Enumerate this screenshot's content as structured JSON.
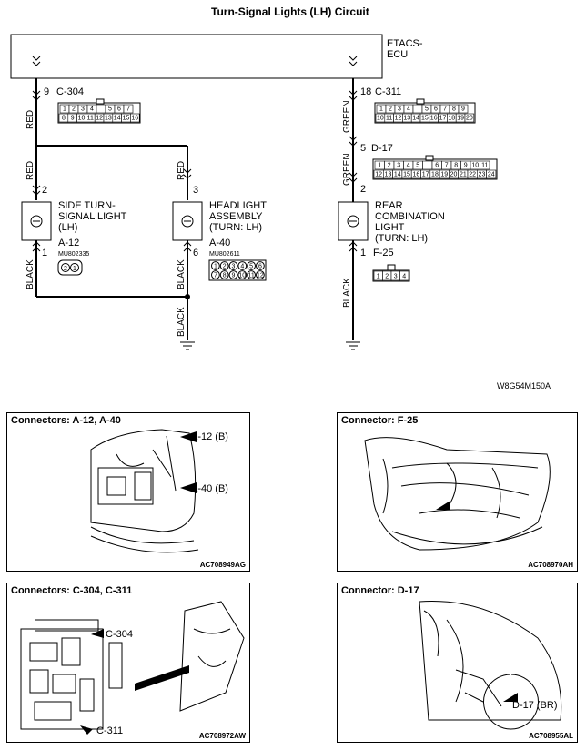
{
  "title": "Turn-Signal Lights (LH) Circuit",
  "ecu": {
    "line1": "ETACS-",
    "line2": "ECU"
  },
  "left_branch": {
    "pin": "9",
    "connector": "C-304",
    "pins_row1": [
      "1",
      "2",
      "3",
      "4",
      "",
      "5",
      "6",
      "7"
    ],
    "pins_row2": [
      "8",
      "9",
      "10",
      "11",
      "12",
      "13",
      "14",
      "15",
      "16"
    ],
    "wire_top": "RED",
    "wire_mid": "RED",
    "wire_mid2": "RED",
    "wire_bottom1": "BLACK",
    "wire_bottom2": "BLACK",
    "wire_ground": "BLACK"
  },
  "side_light": {
    "pin_top": "2",
    "pin_bottom": "1",
    "name1": "SIDE TURN-",
    "name2": "SIGNAL LIGHT",
    "name3": "(LH)",
    "connector": "A-12",
    "part": "MU802335",
    "pins": [
      "2",
      "1"
    ]
  },
  "headlight": {
    "pin_top": "3",
    "pin_bottom": "6",
    "name1": "HEADLIGHT",
    "name2": "ASSEMBLY",
    "name3": "(TURN: LH)",
    "connector": "A-40",
    "part": "MU802611",
    "pins_row1": [
      "1",
      "2",
      "3",
      "4",
      "5",
      "6"
    ],
    "pins_row2": [
      "7",
      "8",
      "9",
      "10",
      "11",
      "12"
    ]
  },
  "right_branch": {
    "pin": "18",
    "connector": "C-311",
    "pins_row1": [
      "1",
      "2",
      "3",
      "4",
      "",
      "5",
      "6",
      "7",
      "8",
      "9"
    ],
    "pins_row2": [
      "10",
      "11",
      "12",
      "13",
      "14",
      "15",
      "16",
      "17",
      "18",
      "19",
      "20"
    ],
    "wire_top": "GREEN",
    "wire_mid": "GREEN",
    "wire_bottom": "BLACK",
    "mid_pin": "5",
    "mid_connector": "D-17",
    "mid_pins_row1": [
      "1",
      "2",
      "3",
      "4",
      "5",
      "",
      "6",
      "7",
      "8",
      "9",
      "10",
      "11"
    ],
    "mid_pins_row2": [
      "12",
      "13",
      "14",
      "15",
      "16",
      "17",
      "18",
      "19",
      "20",
      "21",
      "22",
      "23",
      "24"
    ],
    "mid_pin_out": "2"
  },
  "rear_light": {
    "pin_bottom": "1",
    "name1": "REAR",
    "name2": "COMBINATION",
    "name3": "LIGHT",
    "name4": "(TURN: LH)",
    "connector": "F-25",
    "pins": [
      "1",
      "2",
      "3",
      "4"
    ]
  },
  "figure_code": "W8G54M150A",
  "panels": [
    {
      "title": "Connectors: A-12, A-40",
      "code": "AC708949AG",
      "callouts": [
        "A-12 (B)",
        "A-40 (B)"
      ]
    },
    {
      "title": "Connector: F-25",
      "code": "AC708970AH",
      "callouts": []
    },
    {
      "title": "Connectors: C-304, C-311",
      "code": "AC708972AW",
      "callouts": [
        "C-304",
        "C-311"
      ]
    },
    {
      "title": "Connector: D-17",
      "code": "AC708955AL",
      "callouts": [
        "D-17 (BR)"
      ]
    }
  ]
}
